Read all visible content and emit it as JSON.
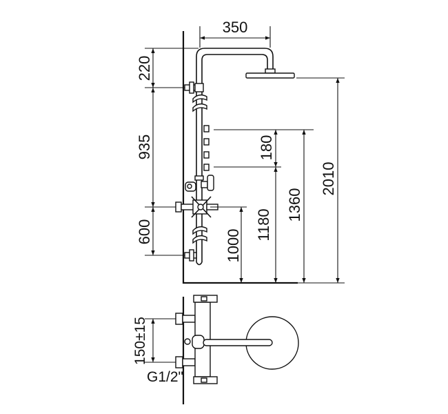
{
  "dimensions": {
    "arm_projection": "350",
    "top_to_bracket": "220",
    "bracket_to_mixer": "935",
    "mixer_to_bottom": "600",
    "jet_spacing": "180",
    "lower_jet_height": "1180",
    "upper_jet_height": "1360",
    "head_height": "2010",
    "mixer_height": "1000",
    "inlet_spacing": "150±15",
    "inlet_thread": "G1/2\""
  }
}
